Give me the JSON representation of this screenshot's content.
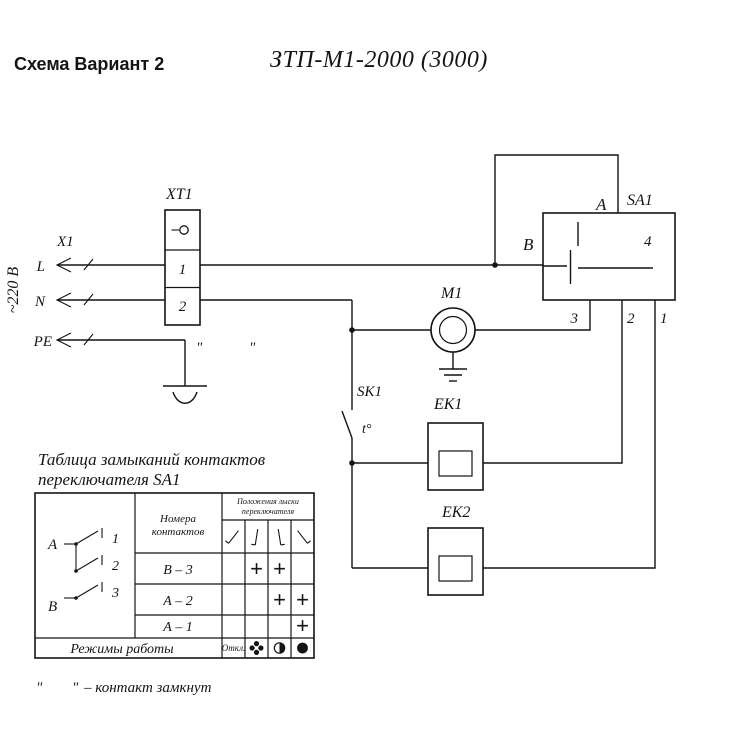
{
  "header": {
    "scheme_label": "Схема Вариант 2",
    "model": "ЗТП-М1-2000 (3000)"
  },
  "colors": {
    "ink": "#141414",
    "background": "#ffffff"
  },
  "schematic": {
    "voltage_label": "~220 В",
    "connector_label": "X1",
    "phase_label": "L",
    "neutral_label": "N",
    "earth_label": "PE",
    "terminal_block_label": "XT1",
    "terminal_1": "1",
    "terminal_2": "2",
    "ditto_mark": "\"",
    "motor_label": "М1",
    "thermal_switch_label": "SK1",
    "thermal_symbol": "t°",
    "heater1_label": "ЕК1",
    "heater2_label": "ЕК2",
    "selector": {
      "label": "SA1",
      "pole_a": "А",
      "pole_b": "В",
      "terminal_4": "4",
      "terminal_3": "3",
      "terminal_2": "2",
      "terminal_1": "1"
    }
  },
  "table": {
    "title_line1": "Таблица замыканий контактов",
    "title_line2": "переключателя SA1",
    "contacts_col_line1": "Номера",
    "contacts_col_line2": "контактов",
    "positions_col_line1": "Положения лыски",
    "positions_col_line2": "переключателя",
    "diagram": {
      "pole_a": "А",
      "pole_b": "В",
      "contact_1": "1",
      "contact_2": "2",
      "contact_3": "3"
    },
    "rows": [
      {
        "label": "В – 3",
        "closures": [
          "",
          "+",
          "+",
          ""
        ]
      },
      {
        "label": "А – 2",
        "closures": [
          "",
          "",
          "+",
          "+"
        ]
      },
      {
        "label": "А – 1",
        "closures": [
          "",
          "",
          "",
          "+"
        ]
      }
    ],
    "modes_row_label": "Режимы работы",
    "mode_off_label": "Откл.",
    "position_icons": [
      "key-tilt-left",
      "key-upright-left",
      "key-upright-right",
      "key-tilt-right"
    ],
    "mode_icons": [
      "off-text",
      "fan-icon",
      "half-power-icon",
      "full-power-icon"
    ]
  },
  "footnote": {
    "mark_open": "\"",
    "mark_close": "\"",
    "text": "– контакт замкнут"
  }
}
